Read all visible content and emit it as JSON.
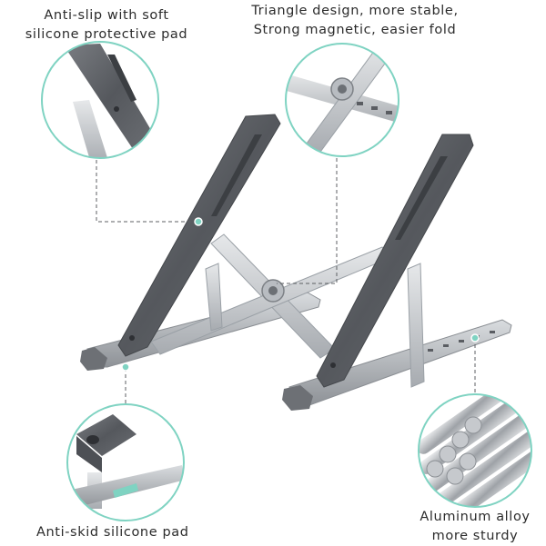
{
  "callouts": {
    "top_left": {
      "line1": "Anti-slip with soft",
      "line2": "silicone protective pad"
    },
    "top_right": {
      "line1": "Triangle design, more stable,",
      "line2": "Strong magnetic, easier fold"
    },
    "bottom_left": {
      "line1": "Anti-skid silicone pad"
    },
    "bottom_right": {
      "line1": "Aluminum alloy",
      "line2": "more sturdy"
    }
  },
  "colors": {
    "accent_teal": "#7fd3c2",
    "metal_dark": "#5e6166",
    "metal_light": "#c9ccd0",
    "text": "#2b2b2b"
  }
}
